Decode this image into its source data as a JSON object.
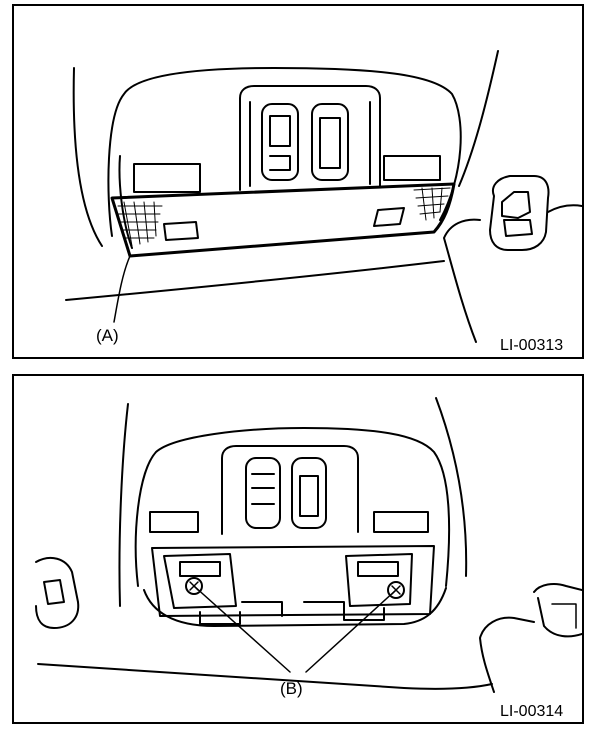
{
  "figures": [
    {
      "id": "LI-00313",
      "callouts": [
        "(A)"
      ]
    },
    {
      "id": "LI-00314",
      "callouts": [
        "(B)"
      ]
    }
  ]
}
